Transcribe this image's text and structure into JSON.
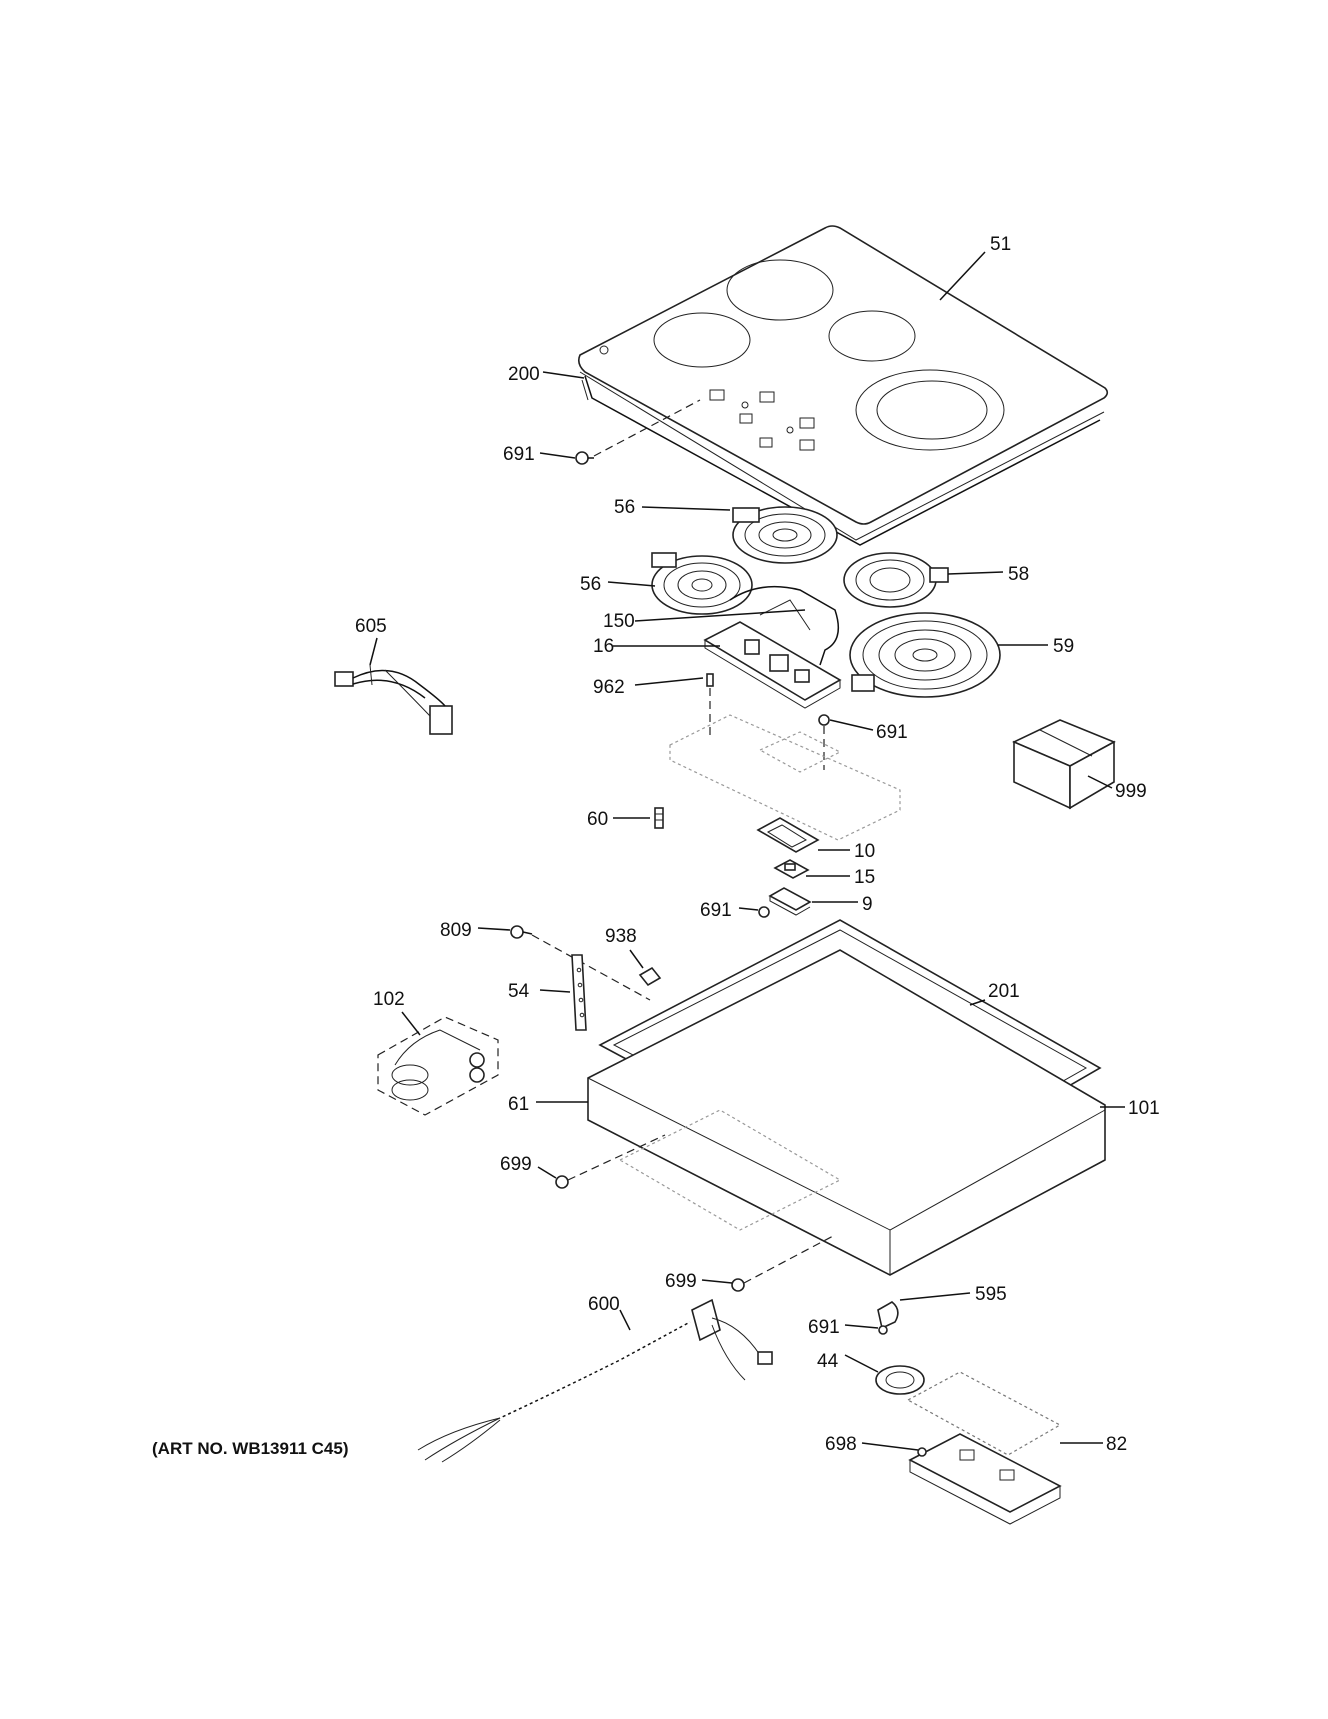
{
  "art_number": "(ART NO. WB13911 C45)",
  "callouts": {
    "c51": "51",
    "c200": "200",
    "c691a": "691",
    "c56a": "56",
    "c56b": "56",
    "c58": "58",
    "c150": "150",
    "c605": "605",
    "c16": "16",
    "c59": "59",
    "c962": "962",
    "c691b": "691",
    "c999": "999",
    "c60": "60",
    "c10": "10",
    "c15": "15",
    "c691c": "691",
    "c9": "9",
    "c809": "809",
    "c938": "938",
    "c201": "201",
    "c54": "54",
    "c102": "102",
    "c61": "61",
    "c101": "101",
    "c699a": "699",
    "c699b": "699",
    "c595": "595",
    "c600": "600",
    "c691d": "691",
    "c44": "44",
    "c698": "698",
    "c82": "82"
  }
}
